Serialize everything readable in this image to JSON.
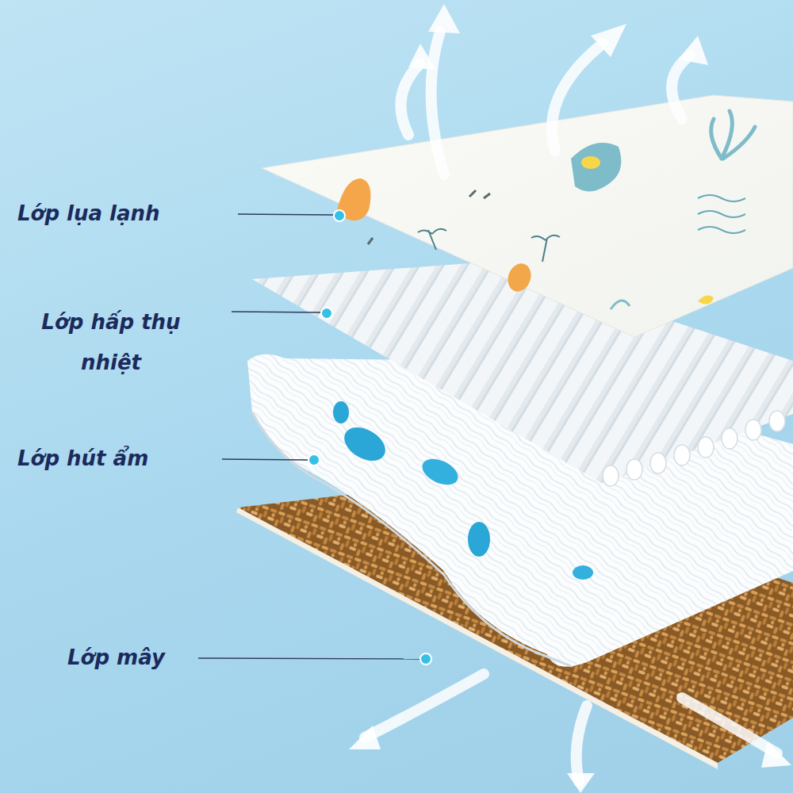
{
  "diagram": {
    "labels": [
      "Lớp lụa lạnh",
      "Lớp hấp thụ nhiệt",
      "Lớp hút ẩm",
      "Lớp mây"
    ]
  }
}
